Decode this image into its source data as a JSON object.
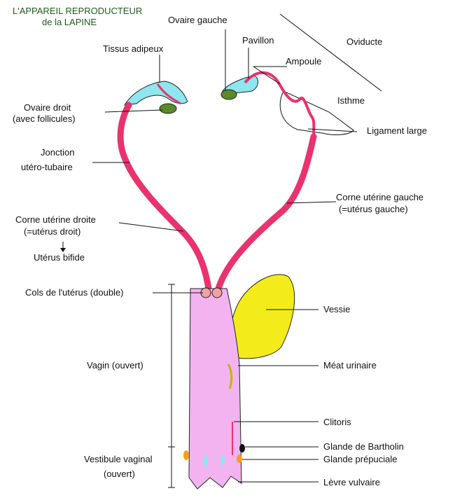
{
  "title": {
    "line1": "L'APPAREIL REPRODUCTEUR",
    "line2": "de la LAPINE"
  },
  "labels": {
    "ovaire_gauche": "Ovaire gauche",
    "pavillon": "Pavillon",
    "oviducte": "Oviducte",
    "ampoule": "Ampoule",
    "tissus_adipeux": "Tissus adipeux",
    "isthme": "Isthme",
    "ovaire_droit_1": "Ovaire droit",
    "ovaire_droit_2": "(avec follicules)",
    "ligament_large": "Ligament large",
    "jonction_1": "Jonction",
    "jonction_2": "utéro-tubaire",
    "corne_gauche_1": "Corne utérine gauche",
    "corne_gauche_2": "(=utérus gauche)",
    "corne_droite_1": "Corne utérine droite",
    "corne_droite_2": "(=utérus droit)",
    "uterus_bifide": "Utérus bifide",
    "cols": "Cols de l'utérus (double)",
    "vessie": "Vessie",
    "vagin": "Vagin (ouvert)",
    "meat": "Méat urinaire",
    "clitoris": "Clitoris",
    "bartholin": "Glande de Bartholin",
    "vestibule_1": "Vestibule vaginal",
    "vestibule_2": "(ouvert)",
    "preputiale": "Glande prépuciale",
    "levre": "Lèvre vulvaire"
  },
  "colors": {
    "uterus": "#e8336e",
    "vagina": "#f2b3f0",
    "bladder": "#f3ec1a",
    "fat": "#8ee6ef",
    "ovary": "#5a8a2a",
    "title": "#1f5a1a"
  }
}
